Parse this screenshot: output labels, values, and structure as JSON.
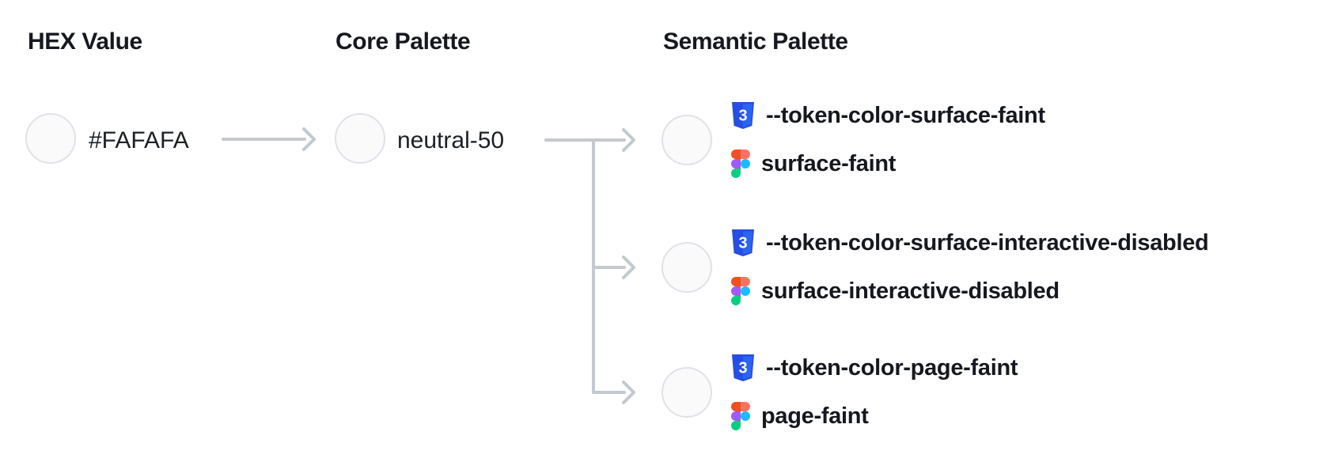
{
  "diagram": {
    "headers": {
      "hex": "HEX Value",
      "core": "Core Palette",
      "semantic": "Semantic Palette"
    },
    "hex": {
      "value": "#FAFAFA",
      "swatch_color": "#FAFAFA"
    },
    "core": {
      "name": "neutral-50",
      "swatch_color": "#FAFAFA"
    },
    "semantic": {
      "tokens": [
        {
          "css": "--token-color-surface-faint",
          "figma": "surface-faint",
          "swatch_color": "#FAFAFA"
        },
        {
          "css": "--token-color-surface-interactive-disabled",
          "figma": "surface-interactive-disabled",
          "swatch_color": "#FAFAFA"
        },
        {
          "css": "--token-color-page-faint",
          "figma": "page-faint",
          "swatch_color": "#FAFAFA"
        }
      ]
    },
    "icons": {
      "css": "css3-badge-icon",
      "figma": "figma-logo-icon"
    },
    "colors": {
      "background": "#FFFFFF",
      "swatch_fill": "#FAFAFA",
      "swatch_border": "#E0E2E9",
      "connector": "#C4C8D0",
      "text": "#15181E",
      "css_icon_blue": "#264DE4",
      "figma_red": "#F24E1E",
      "figma_salmon": "#FF7262",
      "figma_purple": "#A259FF",
      "figma_blue": "#1ABCFE",
      "figma_green": "#0ACF83"
    }
  }
}
